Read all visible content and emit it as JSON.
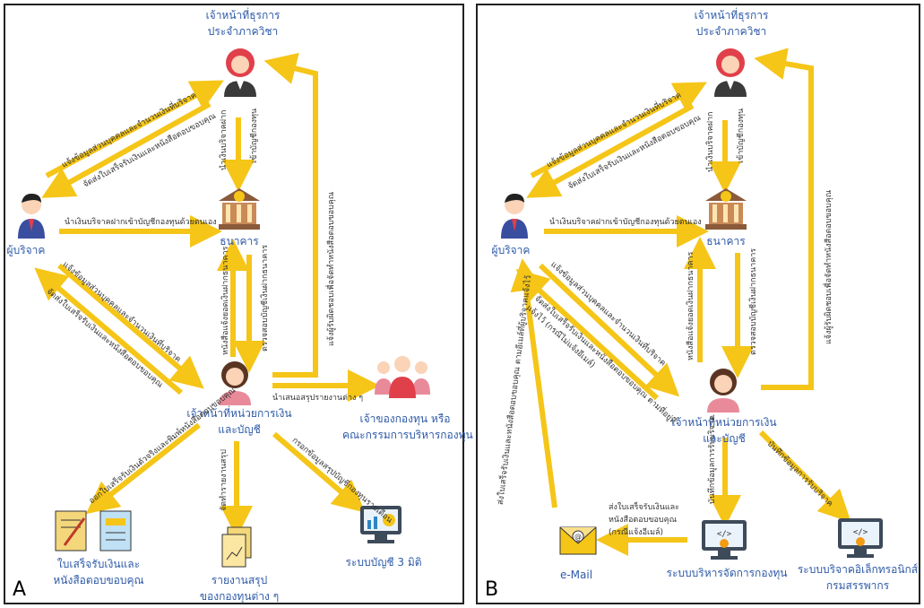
{
  "panelA": {
    "corner": "A",
    "staff_dept": [
      "เจ้าหน้าที่ธุรการ",
      "ประจำภาควิชา"
    ],
    "donor": "ผู้บริจาค",
    "bank": "ธนาคาร",
    "finance_officer": [
      "เจ้าหน้าที่หน่วยการเงิน",
      "และบัญชี"
    ],
    "fund_owner": [
      "เจ้าของกองทุน หรือ",
      "คณะกรรมการบริหารกองทุน"
    ],
    "receipt": [
      "ใบเสร็จรับเงินและ",
      "หนังสือตอบขอบคุณ"
    ],
    "report": [
      "รายงานสรุป",
      "ของกองทุนต่าง ๆ"
    ],
    "accounting": "ระบบบัญชี 3 มิติ",
    "arrows": {
      "donor_to_staff": "แจ้งข้อมูลส่วนบุคคลและจำนวนเงินที่บริจาค",
      "staff_to_donor": "จัดส่งใบเสร็จรับเงินและหนังสือตอบขอบคุณ",
      "donor_to_bank": "นำเงินบริจาคฝากเข้าบัญชีกองทุนด้วยตนเอง",
      "staff_to_bank": "นำเงินบริจาคฝาก",
      "bank_to_staff": "เข้าบัญชีกองทุน",
      "donor_to_finance": "แจ้งข้อมูลส่วนบุคคลและจำนวนเงินที่บริจาค",
      "finance_to_donor": "จัดส่งใบเสร็จรับเงินและหนังสือตอบขอบคุณ",
      "bank_to_finance": "ตรวจสอบบัญชีเงินฝากธนาคาร",
      "finance_to_bank": "หนังสือแจ้งยอดเงินฝากธนาคาร",
      "finance_to_staff": "แจ้งผู้รับผิดชอบเพื่อจัดทำหนังสือตอบขอบคุณ",
      "finance_to_owner": "นำเสนอสรุปรายงานต่าง ๆ",
      "finance_to_receipt": "ออกใบเสร็จรับเงินตัวจริงและพิมพ์หนังสือตอบขอบคุณ",
      "finance_to_report": "จัดทำรายงานสรุป",
      "finance_to_accounting": "กรอกข้อมูลสรุปบัญชีกองทุนรายเดือน"
    }
  },
  "panelB": {
    "corner": "B",
    "staff_dept": [
      "เจ้าหน้าที่ธุรการ",
      "ประจำภาควิชา"
    ],
    "donor": "ผู้บริจาค",
    "bank": "ธนาคาร",
    "finance_officer": [
      "เจ้าหน้าที่หน่วยการเงิน",
      "และบัญชี"
    ],
    "email": "e-Mail",
    "fund_system": "ระบบบริหารจัดการกองทุน",
    "edonation": [
      "ระบบบริจาคอิเล็กทรอนิกส์",
      "กรมสรรพากร"
    ],
    "arrows": {
      "donor_to_staff": "แจ้งข้อมูลส่วนบุคคลและจำนวนเงินที่บริจาค",
      "staff_to_donor": "จัดส่งใบเสร็จรับเงินและหนังสือตอบขอบคุณ",
      "donor_to_bank": "นำเงินบริจาคฝากเข้าบัญชีกองทุนด้วยตนเอง",
      "staff_to_bank": "นำเงินบริจาคฝาก",
      "bank_to_staff": "เข้าบัญชีกองทุน",
      "donor_to_finance": "แจ้งข้อมูลส่วนบุคคลและจำนวนเงินที่บริจาค",
      "finance_to_donor": "จัดส่งใบเสร็จรับเงินและหนังสือตอบขอบคุณ ตามที่อยู่ที่แจ้งไว้ (กรณีไม่แจ้งอีเมล์)",
      "email_to_donor": "ส่งใบเสร็จรับเงินและหนังสือตอบขอบคุณ ตามอีเมล์ที่ผู้บริจาคแจ้งไว้",
      "bank_to_finance": "ตรวจสอบบัญชีเงินฝากธนาคาร",
      "finance_to_bank": "หนังสือแจ้งยอดเงินฝากธนาคาร",
      "finance_to_staff": "แจ้งผู้รับผิดชอบเพื่อจัดทำหนังสือตอบขอบคุณ",
      "finance_to_system": "บันทึกข้อมูลการรับบริจาค",
      "finance_to_edonation": "บันทึกข้อมูลการรับบริจาค",
      "system_to_email": "ส่งใบเสร็จรับเงินและหนังสือตอบขอบคุณ (กรณีแจ้งอีเมล์)"
    }
  },
  "colors": {
    "arrow": "#f5c518",
    "label": "#2e5aa7"
  }
}
